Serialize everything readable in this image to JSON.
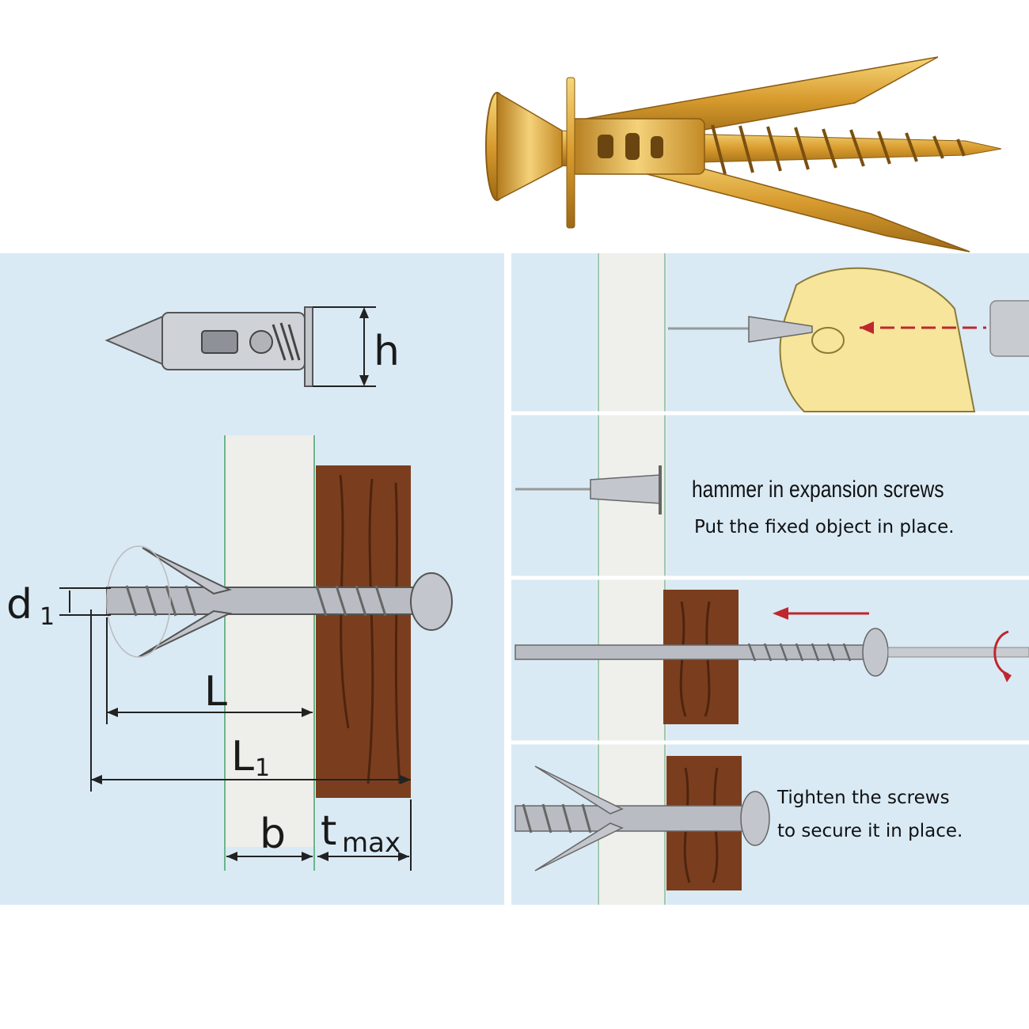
{
  "product": {
    "name_icon": "gold-drywall-anchor-with-screw-icon"
  },
  "dimension_diagram": {
    "labels": {
      "h": "h",
      "d": "d",
      "d_sub": "1",
      "L": "L",
      "L1": "L",
      "L1_sub": "1",
      "b": "b",
      "t": "t",
      "t_sub": "max"
    }
  },
  "steps": {
    "step2_line1": "hammer in expansion screws",
    "step2_line2": "Put the fixed object in place.",
    "step4_line1": "Tighten the screws",
    "step4_line2": "to secure it in place."
  },
  "colors": {
    "panel_bg": "#d9eaf5",
    "wall": "#f1f1ef",
    "wood": "#7a3e1e",
    "metal": "#b9bcc2",
    "gold": "#d9a43c",
    "arrow_red": "#c0262c",
    "hand": "#f6e59a"
  }
}
